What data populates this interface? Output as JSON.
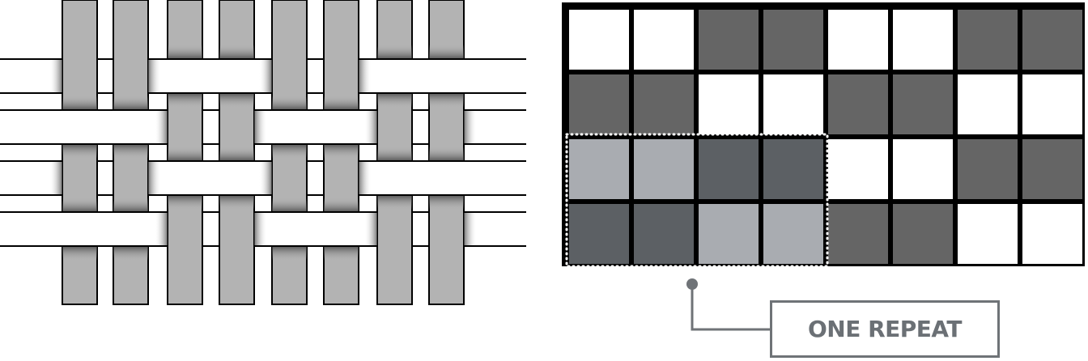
{
  "weave": {
    "name": "basketweave-2x2",
    "warp_color": "#b3b3b3",
    "weft_color": "#ffffff",
    "outline_color": "#000000"
  },
  "draft": {
    "rows": 4,
    "cols": 8,
    "cells": [
      [
        0,
        0,
        1,
        1,
        0,
        0,
        1,
        1
      ],
      [
        1,
        1,
        0,
        0,
        1,
        1,
        0,
        0
      ],
      [
        0,
        0,
        1,
        1,
        0,
        0,
        1,
        1
      ],
      [
        1,
        1,
        0,
        0,
        1,
        1,
        0,
        0
      ]
    ],
    "colors": {
      "dark": "#656565",
      "light": "#ffffff",
      "repeat_dark": "#5c6064",
      "repeat_light": "#a9acb1",
      "border": "#000000",
      "repeat_outline": "#ffffff",
      "callout": "#6f7377"
    },
    "repeat_region": {
      "rows": [
        2,
        3
      ],
      "cols": [
        0,
        3
      ]
    }
  },
  "callout": {
    "label": "ONE REPEAT"
  }
}
